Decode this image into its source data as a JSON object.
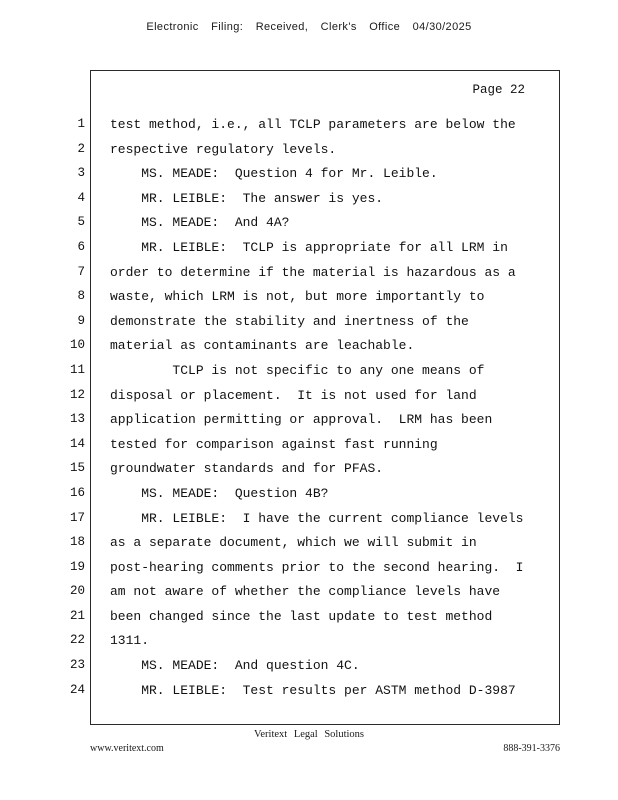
{
  "header": {
    "stamp": "Electronic Filing: Received, Clerk's Office 04/30/2025"
  },
  "page": {
    "page_label": "Page 22",
    "lines": [
      {
        "num": "1",
        "text": "test method, i.e., all TCLP parameters are below the"
      },
      {
        "num": "2",
        "text": "respective regulatory levels."
      },
      {
        "num": "3",
        "text": "    MS. MEADE:  Question 4 for Mr. Leible."
      },
      {
        "num": "4",
        "text": "    MR. LEIBLE:  The answer is yes."
      },
      {
        "num": "5",
        "text": "    MS. MEADE:  And 4A?"
      },
      {
        "num": "6",
        "text": "    MR. LEIBLE:  TCLP is appropriate for all LRM in"
      },
      {
        "num": "7",
        "text": "order to determine if the material is hazardous as a"
      },
      {
        "num": "8",
        "text": "waste, which LRM is not, but more importantly to"
      },
      {
        "num": "9",
        "text": "demonstrate the stability and inertness of the"
      },
      {
        "num": "10",
        "text": "material as contaminants are leachable."
      },
      {
        "num": "11",
        "text": "        TCLP is not specific to any one means of"
      },
      {
        "num": "12",
        "text": "disposal or placement.  It is not used for land"
      },
      {
        "num": "13",
        "text": "application permitting or approval.  LRM has been"
      },
      {
        "num": "14",
        "text": "tested for comparison against fast running"
      },
      {
        "num": "15",
        "text": "groundwater standards and for PFAS."
      },
      {
        "num": "16",
        "text": "    MS. MEADE:  Question 4B?"
      },
      {
        "num": "17",
        "text": "    MR. LEIBLE:  I have the current compliance levels"
      },
      {
        "num": "18",
        "text": "as a separate document, which we will submit in"
      },
      {
        "num": "19",
        "text": "post-hearing comments prior to the second hearing.  I"
      },
      {
        "num": "20",
        "text": "am not aware of whether the compliance levels have"
      },
      {
        "num": "21",
        "text": "been changed since the last update to test method"
      },
      {
        "num": "22",
        "text": "1311."
      },
      {
        "num": "23",
        "text": "    MS. MEADE:  And question 4C."
      },
      {
        "num": "24",
        "text": "    MR. LEIBLE:  Test results per ASTM method D-3987"
      }
    ]
  },
  "footer": {
    "brand": "Veritext Legal Solutions",
    "website": "www.veritext.com",
    "phone": "888-391-3376"
  }
}
